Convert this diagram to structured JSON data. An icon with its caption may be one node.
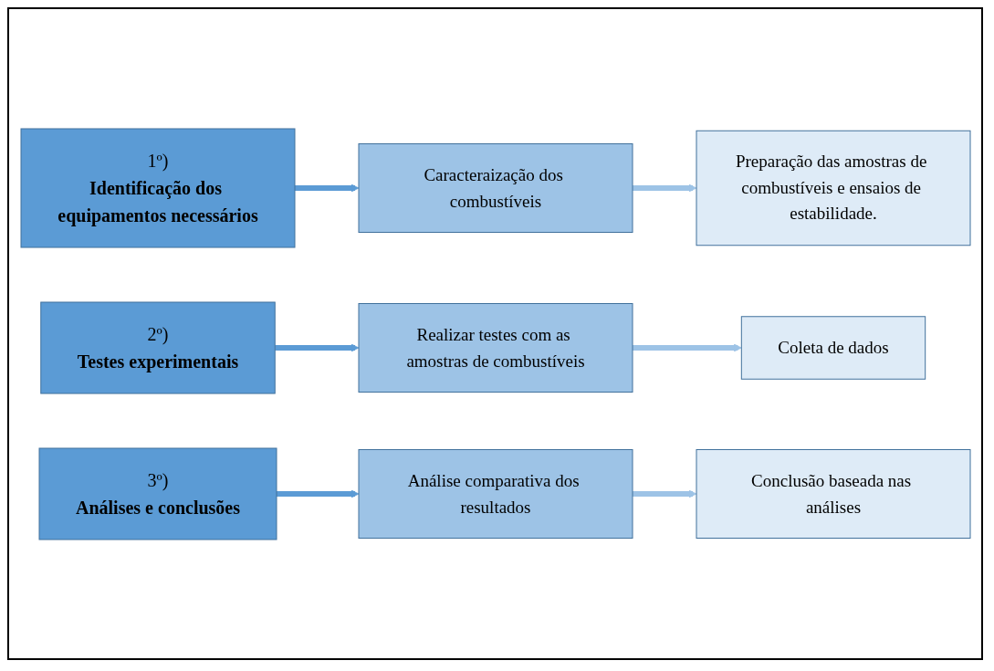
{
  "diagram": {
    "nodes": [
      {
        "text": [
          "1º)",
          "Identificação dos equipamentos necessários"
        ]
      },
      {
        "text": [
          "Caracteraização dos combustíveis"
        ]
      },
      {
        "text": [
          "Preparação das amostras de combustíveis e ensaios de estabilidade."
        ]
      },
      {
        "text": [
          "2º)",
          "Testes experimentais"
        ]
      },
      {
        "text": [
          "Realizar testes com as amostras de combustíveis"
        ]
      },
      {
        "text": [
          "Coleta de dados"
        ]
      },
      {
        "text": [
          "3º)",
          "Análises e conclusões"
        ]
      },
      {
        "text": [
          "Análise comparativa dos resultados"
        ]
      },
      {
        "text": [
          "Conclusão baseada nas análises"
        ]
      }
    ],
    "edges": [
      {
        "from": 0,
        "to": 1,
        "arrow": "to",
        "color": "#5b9bd5"
      },
      {
        "from": 1,
        "to": 2,
        "arrow": "to",
        "color": "#9dc3e6"
      },
      {
        "from": 3,
        "to": 4,
        "arrow": "to",
        "color": "#5b9bd5"
      },
      {
        "from": 4,
        "to": 5,
        "arrow": "to",
        "color": "#9dc3e6"
      },
      {
        "from": 6,
        "to": 7,
        "arrow": "to",
        "color": "#5b9bd5"
      },
      {
        "from": 7,
        "to": 8,
        "arrow": "to",
        "color": "#9dc3e6"
      }
    ]
  }
}
